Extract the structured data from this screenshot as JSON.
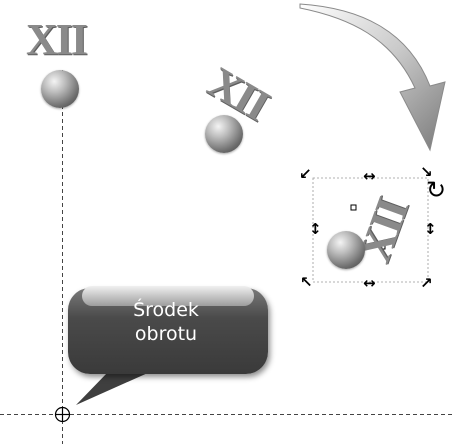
{
  "numerals": {
    "original": "XII",
    "rotated_mid": "XII",
    "rotated_final": "XII"
  },
  "callout": {
    "line1": "Środek",
    "line2": "obrotu"
  },
  "icons": {
    "rotation_arrow": "curved-arrow-icon",
    "rotate_handle": "rotate-handle-icon",
    "pivot": "crosshair-pivot-icon"
  },
  "colors": {
    "numeral": "#8a8a8a",
    "bubble": "#3f3f3f",
    "guide": "#444444"
  }
}
